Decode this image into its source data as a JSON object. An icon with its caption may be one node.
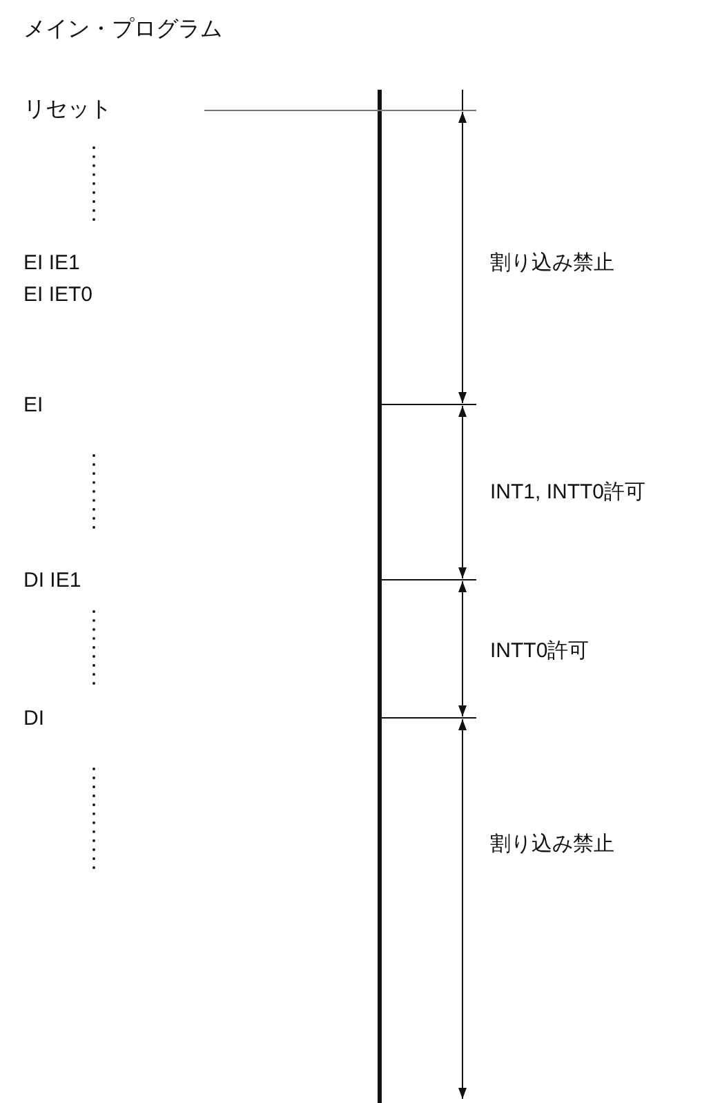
{
  "diagram": {
    "title": "メイン・プログラム",
    "labels": [
      "リセット",
      "EI IE1",
      "EI IET0",
      "割り込み禁止",
      "EI",
      "INT1, INTT0許可",
      "DI IE1",
      "INTT0許可",
      "DI",
      "割り込み禁止"
    ]
  }
}
